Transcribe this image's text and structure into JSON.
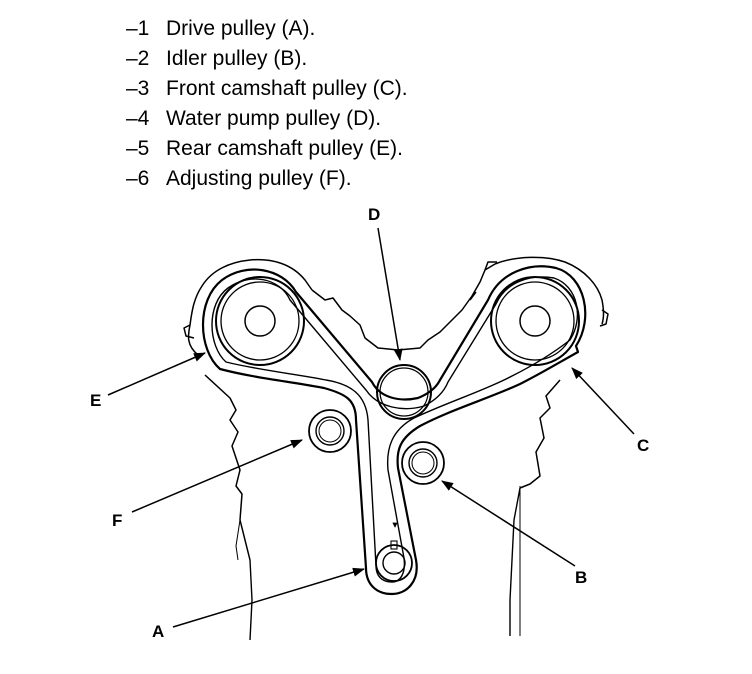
{
  "steps": [
    {
      "num": "–1",
      "text": "Drive pulley (A)."
    },
    {
      "num": "–2",
      "text": "Idler pulley (B)."
    },
    {
      "num": "–3",
      "text": "Front camshaft pulley (C)."
    },
    {
      "num": "–4",
      "text": "Water pump pulley (D)."
    },
    {
      "num": "–5",
      "text": "Rear camshaft pulley (E)."
    },
    {
      "num": "–6",
      "text": "Adjusting pulley (F)."
    }
  ],
  "callouts": {
    "a": "A",
    "b": "B",
    "c": "C",
    "d": "D",
    "e": "E",
    "f": "F"
  },
  "colors": {
    "ink": "#000000",
    "paper": "#ffffff"
  }
}
